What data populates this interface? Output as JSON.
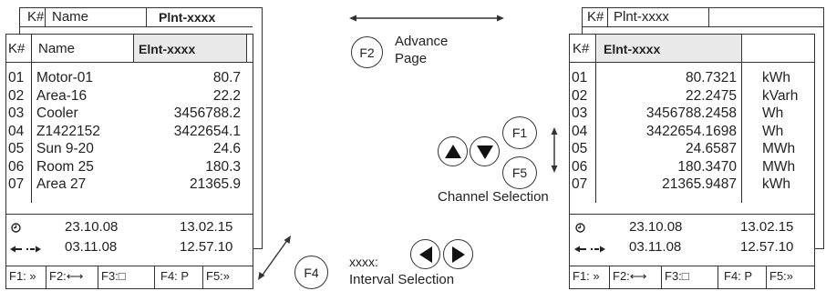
{
  "left_panel": {
    "top_tab": {
      "k": "K#",
      "name": "Name",
      "plnt": "Plnt-xxxx"
    },
    "header": {
      "k": "K#",
      "name": "Name",
      "elnt": "Elnt-xxxx"
    },
    "rows": [
      {
        "k": "01",
        "name": "Motor-01",
        "value": "80.7"
      },
      {
        "k": "02",
        "name": "Area-16",
        "value": "22.2"
      },
      {
        "k": "03",
        "name": "Cooler",
        "value": "3456788.2"
      },
      {
        "k": "04",
        "name": "Z1422152",
        "value": "3422654.1"
      },
      {
        "k": "05",
        "name": "Sun 9-20",
        "value": "24.6"
      },
      {
        "k": "06",
        "name": "Room 25",
        "value": "180.3"
      },
      {
        "k": "07",
        "name": "Area 27",
        "value": "21365.9"
      }
    ],
    "time_row1": {
      "date": "23.10.08",
      "time": "13.02.15"
    },
    "time_row2": {
      "date": "03.11.08",
      "time": "12.57.10"
    },
    "fkeys": [
      "F1: »",
      "F2:⟷",
      "F3:□",
      "F4: P",
      "F5:»"
    ]
  },
  "middle": {
    "f2_label": "F2",
    "advance_text": [
      "Advance",
      "Page"
    ],
    "f1_label": "F1",
    "f5_label": "F5",
    "channel_selection": "Channel Selection",
    "f4_label": "F4",
    "xxxx_label": "xxxx:",
    "interval_selection": "Interval Selection"
  },
  "right_panel": {
    "top_tab": {
      "k": "K#",
      "plnt": "Plnt-xxxx"
    },
    "header": {
      "k": "K#",
      "elnt": "Elnt-xxxx"
    },
    "rows": [
      {
        "k": "01",
        "value": "80.7321",
        "unit": "kWh"
      },
      {
        "k": "02",
        "value": "22.2475",
        "unit": "kVarh"
      },
      {
        "k": "03",
        "value": "3456788.2458",
        "unit": "Wh"
      },
      {
        "k": "04",
        "value": "3422654.1698",
        "unit": "Wh"
      },
      {
        "k": "05",
        "value": "24.6587",
        "unit": "MWh"
      },
      {
        "k": "06",
        "value": "180.3470",
        "unit": "MWh"
      },
      {
        "k": "07",
        "value": "21365.9487",
        "unit": "kWh"
      }
    ],
    "time_row1": {
      "date": "23.10.08",
      "time": "13.02.15"
    },
    "time_row2": {
      "date": "03.11.08",
      "time": "12.57.10"
    },
    "fkeys": [
      "F1: »",
      "F2:⟷",
      "F3:□",
      "F4: P",
      "F5:»"
    ]
  }
}
